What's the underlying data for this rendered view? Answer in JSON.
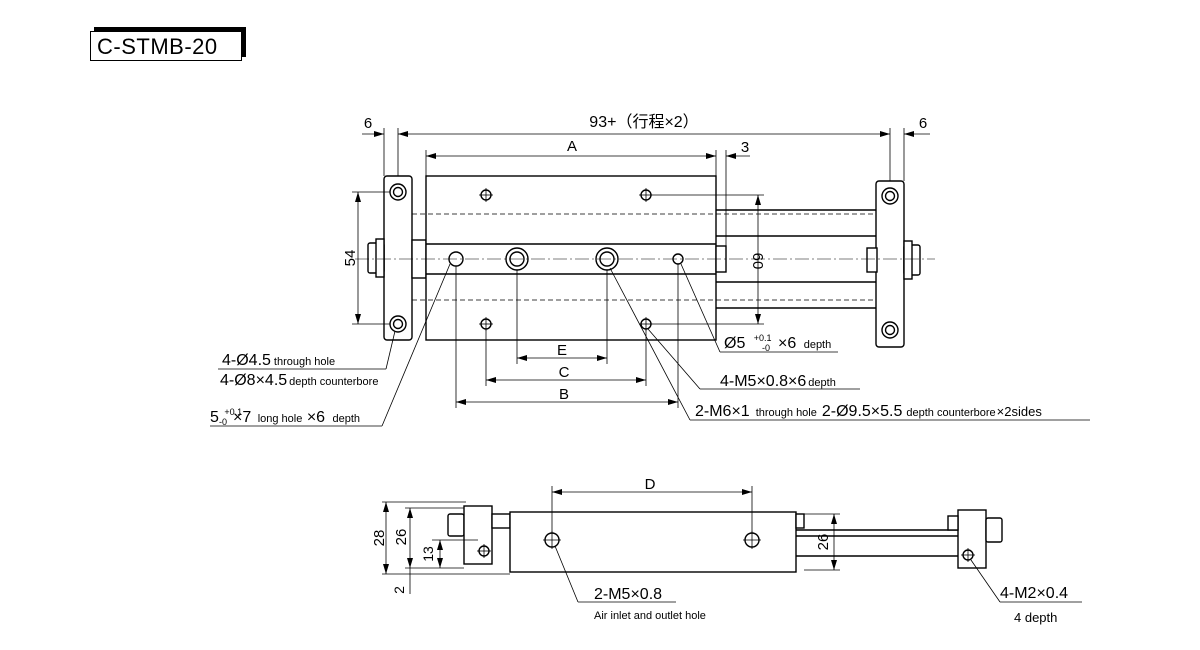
{
  "title": "C-STMB-20",
  "top_view": {
    "dims": {
      "overall": "93+（行程×2）",
      "left_flange": "6",
      "right_flange": "6",
      "a": "A",
      "three": "3",
      "height_54": "54",
      "height_60": "60",
      "e": "E",
      "c": "C",
      "b": "B"
    },
    "notes": {
      "hole_45_main": "4-Ø4.5",
      "hole_45_small": "through hole",
      "cbore_8_main": "4-Ø8×4.5",
      "cbore_8_small": "depth counterbore",
      "long_hole_a": "5",
      "long_hole_tol_plus": "+0.1",
      "long_hole_tol_minus": "-0",
      "long_hole_b": "×7",
      "long_hole_small": "long hole",
      "long_hole_c": "×6",
      "long_hole_d": "depth",
      "pin_a": "Ø5",
      "pin_tol_plus": "+0.1",
      "pin_tol_minus": "-0",
      "pin_b": "×6",
      "pin_small": "depth",
      "m5_main": "4-M5×0.8×6",
      "m5_small": "depth",
      "m6_main": "2-M6×1",
      "m6_small1": "through hole",
      "m6_main2": "2-Ø9.5×5.5",
      "m6_small2": "depth counterbore",
      "m6_end": "×2sides"
    }
  },
  "side_view": {
    "dims": {
      "d": "D",
      "h28": "28",
      "h26_left": "26",
      "h13": "13",
      "h2": "2",
      "h26_right": "26"
    },
    "notes": {
      "port_main": "2-M5×0.8",
      "port_small": "Air inlet and outlet hole",
      "m2_main": "4-M2×0.4",
      "m2_small": "4 depth"
    }
  }
}
